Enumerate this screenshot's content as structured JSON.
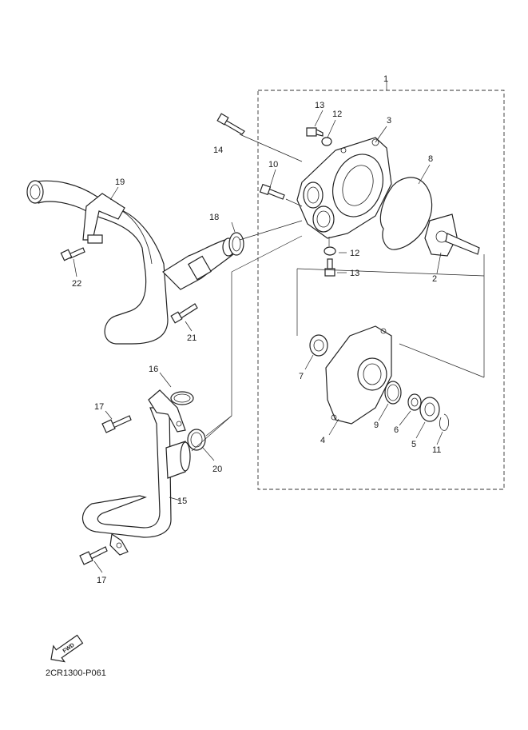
{
  "diagram_code": "2CR1300-P061",
  "fwd_label": "FWD",
  "callouts": [
    "1",
    "2",
    "3",
    "4",
    "5",
    "6",
    "7",
    "8",
    "9",
    "10",
    "11",
    "12",
    "12",
    "13",
    "13",
    "14",
    "15",
    "16",
    "17",
    "17",
    "18",
    "19",
    "20",
    "21",
    "22"
  ]
}
